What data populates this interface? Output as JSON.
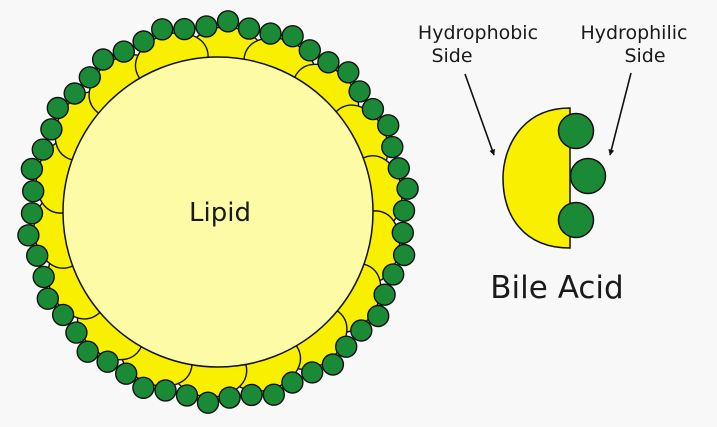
{
  "diagram": {
    "core_label": "Lipid",
    "hydrophobic_label": [
      "Hydrophobic",
      "Side"
    ],
    "hydrophilic_label": [
      "Hydrophilic",
      "Side"
    ],
    "molecule_label": "Bile Acid",
    "micelle_molecule_count": 18
  },
  "colors": {
    "background": "#f8f8f8",
    "lipid_core": "#fdfba6",
    "hydrophobic_body": "#f9f000",
    "hydrophilic_head": "#1a8a36",
    "outline": "#111111"
  },
  "icons": {
    "micelle": "micelle-icon",
    "bile_acid": "bile-acid-molecule-icon",
    "arrow": "arrow-icon"
  }
}
